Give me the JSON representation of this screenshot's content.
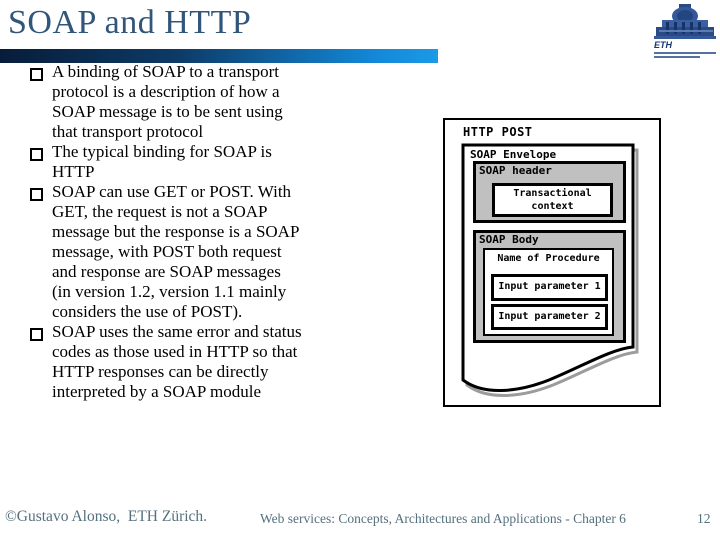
{
  "slide": {
    "title": "SOAP and HTTP",
    "bullets": [
      "A binding of SOAP to a transport\nprotocol is a description of how a\nSOAP message is to be sent using\nthat transport protocol",
      "The typical binding for SOAP is\nHTTP",
      "SOAP can use GET or POST. With\nGET, the request is not a SOAP\nmessage but the response is a SOAP\nmessage, with POST both request\nand response are SOAP messages\n(in version 1.2, version 1.1 mainly\nconsiders the use of POST).",
      "SOAP uses the same error and status\ncodes as those used in HTTP so that\nHTTP responses can be directly\ninterpreted by a SOAP module"
    ]
  },
  "logo": {
    "text": "ETH"
  },
  "diagram": {
    "http_post_label": "HTTP POST",
    "envelope_label": "SOAP Envelope",
    "header_label": "SOAP header",
    "transactional_label": "Transactional context",
    "body_label": "SOAP Body",
    "procedure_label": "Name of Procedure",
    "input1_label": "Input parameter 1",
    "input2_label": "Input parameter 2"
  },
  "footer": {
    "author": "©Gustavo Alonso,  ETH Zürich.",
    "course": "Web services: Concepts, Architectures and Applications - Chapter 6",
    "page": "12"
  },
  "colors": {
    "title_blue": "#31567a",
    "bar_gradient_start": "#071d3a",
    "bar_gradient_end": "#1b9ae6",
    "diagram_gray": "#c0c0c0",
    "shadow_gray": "#9c9c9c",
    "footer_text": "#54707e"
  }
}
